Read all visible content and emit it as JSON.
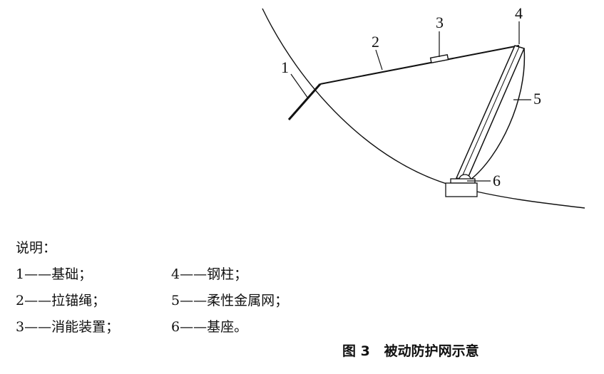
{
  "callouts": [
    "1",
    "2",
    "3",
    "4",
    "5",
    "6"
  ],
  "legend": {
    "title": "说明：",
    "items": [
      "1——基础；",
      "4——钢柱；",
      "2——拉锚绳；",
      "5——柔性金属网；",
      "3——消能装置；",
      "6——基座。"
    ]
  },
  "caption": "图 3   被动防护网示意"
}
